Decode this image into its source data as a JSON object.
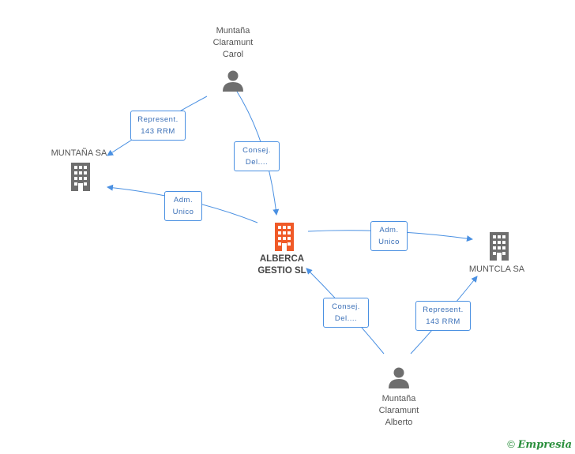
{
  "nodes": {
    "person_top": {
      "lines": [
        "Muntaña",
        "Claramunt",
        "Carol"
      ],
      "icon": "person-icon"
    },
    "company_left": {
      "label": "MUNTAÑA SA",
      "icon": "building-icon"
    },
    "company_center": {
      "lines": [
        "ALBERCA",
        "GESTIO SL"
      ],
      "icon": "building-icon",
      "color": "#f05a28"
    },
    "company_right": {
      "label": "MUNTCLA SA",
      "icon": "building-icon"
    },
    "person_bottom": {
      "lines": [
        "Muntaña",
        "Claramunt",
        "Alberto"
      ],
      "icon": "person-icon"
    }
  },
  "edges": {
    "top_to_left": [
      "Represent.",
      "143 RRM"
    ],
    "top_to_center": [
      "Consej.",
      "Del...."
    ],
    "center_to_left": [
      "Adm.",
      "Unico"
    ],
    "center_to_right": [
      "Adm.",
      "Unico"
    ],
    "bottom_to_center": [
      "Consej.",
      "Del...."
    ],
    "bottom_to_right": [
      "Represent.",
      "143 RRM"
    ]
  },
  "colors": {
    "edge": "#4a90e2",
    "icon_gray": "#6e6e6e",
    "highlight": "#f05a28"
  },
  "footer": {
    "copyright": "©",
    "brand": "Empresia"
  }
}
